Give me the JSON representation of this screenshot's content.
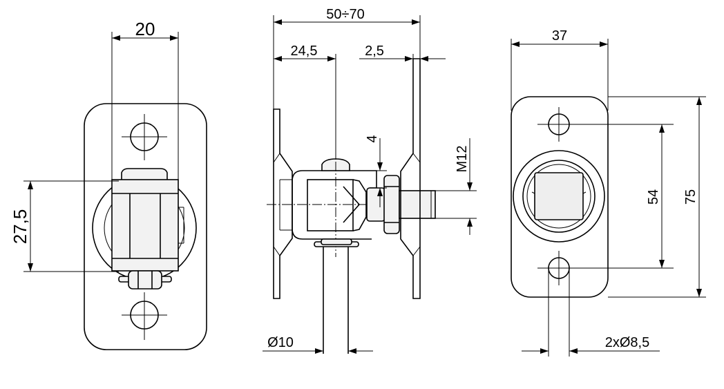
{
  "views": {
    "front": {
      "width_label": "20",
      "height_label": "27,5"
    },
    "side": {
      "adjust_label": "50÷70",
      "offset_label": "24,5",
      "plate_label": "2,5",
      "gap_label": "4",
      "thread_label": "M12",
      "pin_label": "Ø10"
    },
    "plate": {
      "width_label": "37",
      "hole_spacing_label": "54",
      "height_label": "75",
      "hole_label": "2xØ8,5"
    }
  },
  "colors": {
    "line": "#000000",
    "background": "#ffffff",
    "shade": "#eeeeee"
  }
}
